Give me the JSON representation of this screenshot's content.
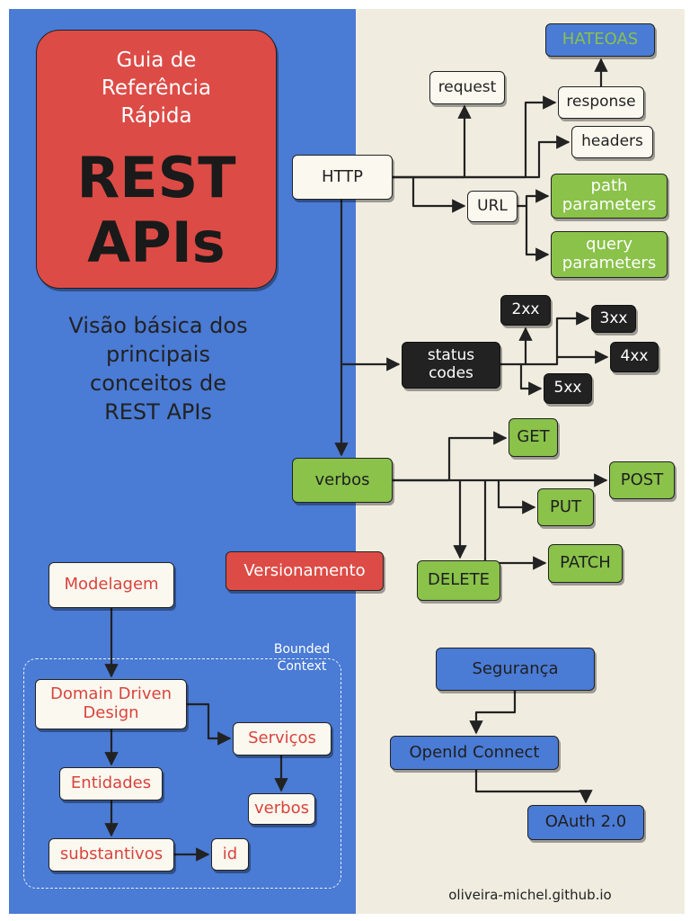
{
  "title": {
    "subtitle_lines": [
      "Guia de",
      "Referência",
      "Rápida"
    ],
    "main_lines": [
      "REST",
      "APIs"
    ]
  },
  "description_lines": [
    "Visão básica dos",
    "principais",
    "conceitos de",
    "REST APIs"
  ],
  "nodes": {
    "http": "HTTP",
    "request": "request",
    "response": "response",
    "hateoas": "HATEOAS",
    "headers": "headers",
    "url": "URL",
    "path_parameters": [
      "path",
      "parameters"
    ],
    "query_parameters": [
      "query",
      "parameters"
    ],
    "status_codes": [
      "status",
      "codes"
    ],
    "code_2xx": "2xx",
    "code_3xx": "3xx",
    "code_4xx": "4xx",
    "code_5xx": "5xx",
    "verbos": "verbos",
    "get": "GET",
    "post": "POST",
    "put": "PUT",
    "patch": "PATCH",
    "delete": "DELETE",
    "versionamento": "Versionamento",
    "modelagem": "Modelagem",
    "bounded_context": [
      "Bounded",
      "Context"
    ],
    "ddd": [
      "Domain Driven",
      "Design"
    ],
    "servicos": "Serviços",
    "entidades": "Entidades",
    "verbos_model": "verbos",
    "substantivos": "substantivos",
    "id": "id",
    "seguranca": "Segurança",
    "openid": "OpenId Connect",
    "oauth": "OAuth 2.0"
  },
  "edges": [
    [
      "http",
      "request"
    ],
    [
      "http",
      "response"
    ],
    [
      "response",
      "hateoas"
    ],
    [
      "http",
      "headers"
    ],
    [
      "http",
      "url"
    ],
    [
      "url",
      "path_parameters"
    ],
    [
      "url",
      "query_parameters"
    ],
    [
      "http",
      "status_codes"
    ],
    [
      "status_codes",
      "code_2xx"
    ],
    [
      "status_codes",
      "code_3xx"
    ],
    [
      "status_codes",
      "code_4xx"
    ],
    [
      "status_codes",
      "code_5xx"
    ],
    [
      "http",
      "verbos"
    ],
    [
      "verbos",
      "get"
    ],
    [
      "verbos",
      "post"
    ],
    [
      "verbos",
      "put"
    ],
    [
      "verbos",
      "patch"
    ],
    [
      "verbos",
      "delete"
    ],
    [
      "modelagem",
      "ddd"
    ],
    [
      "ddd",
      "servicos"
    ],
    [
      "ddd",
      "entidades"
    ],
    [
      "servicos",
      "verbos_model"
    ],
    [
      "entidades",
      "substantivos"
    ],
    [
      "substantivos",
      "id"
    ],
    [
      "seguranca",
      "openid"
    ],
    [
      "openid",
      "oauth"
    ]
  ],
  "footer": "oliveira-michel.github.io",
  "colors": {
    "left_panel": "#4a7bd5",
    "right_panel": "#f0ede0",
    "red": "#dd4b46",
    "green": "#8ac24a",
    "dark": "#222222",
    "cream": "#fbf9ef"
  }
}
